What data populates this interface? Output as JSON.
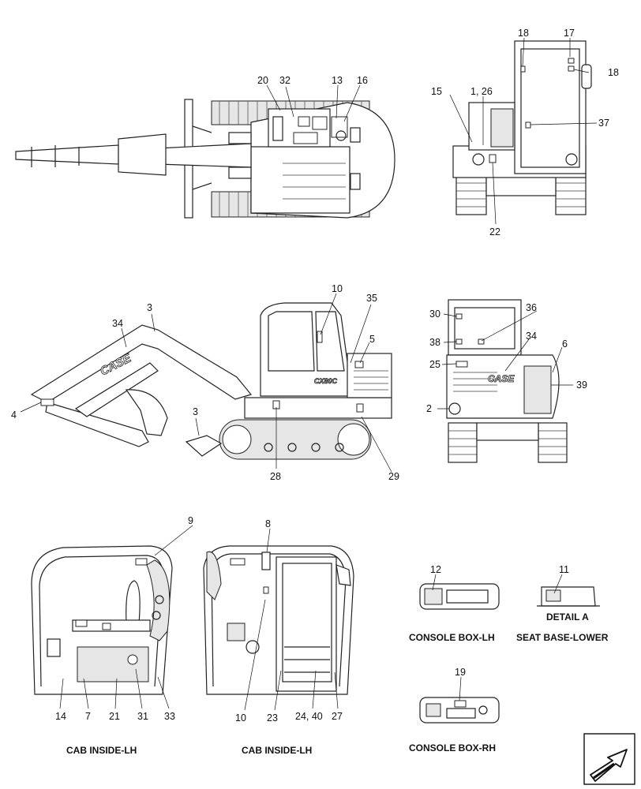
{
  "callouts": {
    "top_view": [
      "20",
      "32",
      "13",
      "16"
    ],
    "front_view": [
      "18",
      "17",
      "18",
      "15",
      "1, 26",
      "37",
      "22"
    ],
    "side_view": [
      "3",
      "34",
      "10",
      "35",
      "5",
      "4",
      "3",
      "28",
      "29"
    ],
    "rear_view": [
      "30",
      "36",
      "38",
      "34",
      "6",
      "25",
      "39",
      "2"
    ],
    "cab_left": [
      "9",
      "14",
      "7",
      "21",
      "31",
      "33"
    ],
    "cab_right": [
      "8",
      "10",
      "23",
      "24, 40",
      "27"
    ],
    "console_lh": [
      "12"
    ],
    "seat_base": [
      "11"
    ],
    "console_rh": [
      "19"
    ]
  },
  "brand": {
    "boom_logo": "CASE",
    "rear_logo": "CASE",
    "cab_model": "CX80C"
  },
  "labels": {
    "detail_a": "DETAIL A",
    "console_box_lh": "CONSOLE BOX-LH",
    "seat_base_lower": "SEAT BASE-LOWER",
    "console_box_rh": "CONSOLE BOX-RH",
    "cab_inside_lh_1": "CAB INSIDE-LH",
    "cab_inside_lh_2": "CAB INSIDE-LH"
  },
  "icons": {
    "nav": "arrow-left-icon"
  }
}
